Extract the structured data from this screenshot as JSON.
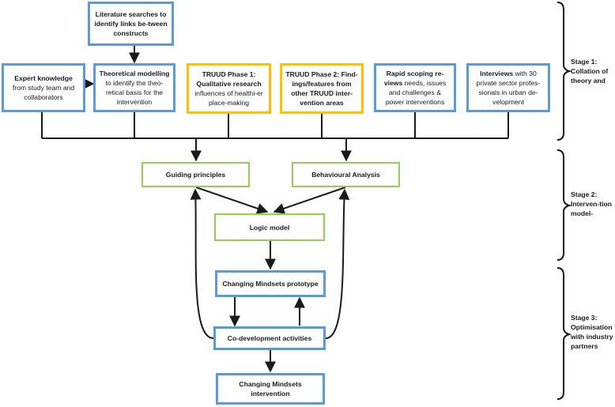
{
  "stage1": {
    "literature": "Literature searches to identify links be-tween constructs",
    "expert": {
      "title": "Expert knowledge",
      "text": "from study team and collaborators"
    },
    "theory": {
      "title": "Theoretical modelling",
      "text": "to identify the theo-retical basis for the intervention"
    },
    "phase1": {
      "title": "TRUUD Phase 1: Qualitative research",
      "text": "influences of healthi-er place-making"
    },
    "phase2": {
      "title": "TRUUD Phase 2: Find-ings/features from other TRUUD inter-vention areas",
      "text": ""
    },
    "rapid": {
      "title": "Rapid scoping re-views",
      "text": "needs, issues and challenges & power interventions"
    },
    "interviews": {
      "title": "Interviews",
      "text": "with 30 private sector profes-sionals in urban de-velopment"
    }
  },
  "stage2": {
    "guiding": "Guiding principles",
    "behavioural": "Behavioural Analysis",
    "logic": "Logic model"
  },
  "stage3": {
    "prototype": "Changing Mindsets prototype",
    "codev": "Co-development activities",
    "intervention": "Changing Mindsets intervention"
  },
  "stages": {
    "s1": "Stage 1: Collation of theory and",
    "s2": "Stage 2: Interven-tion model-",
    "s3": "Stage 3: Optimisation with industry partners"
  },
  "colors": {
    "blue": "#5b9bd5",
    "orange": "#ffc000",
    "green": "#92d050",
    "line": "#1a1a1a"
  }
}
